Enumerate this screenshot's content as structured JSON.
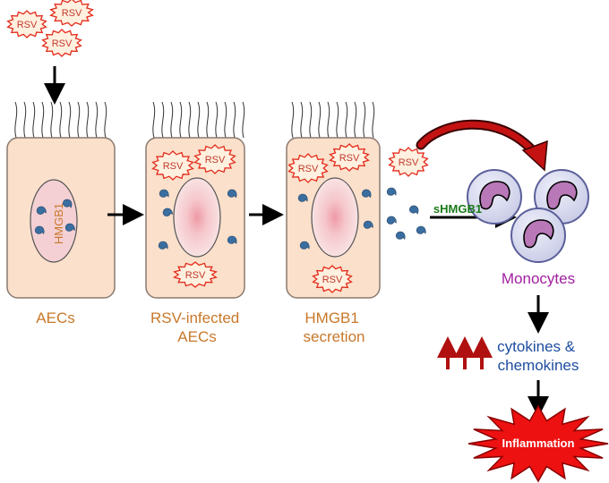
{
  "virus_label": "RSV",
  "nucleus_label": "HMGB1",
  "stages": [
    {
      "lines": [
        "AECs"
      ]
    },
    {
      "lines": [
        "RSV-infected",
        "AECs"
      ]
    },
    {
      "lines": [
        "HMGB1",
        "secretion"
      ]
    }
  ],
  "shmgb1_label": "sHMGB1",
  "monocytes_label": "Monocytes",
  "cytokines_lines": [
    "cytokines &",
    "chemokines"
  ],
  "inflammation_label": "Inflammation",
  "colors": {
    "cell_fill": "#fbe0cb",
    "cell_stroke": "#8a7a70",
    "nucleus_fill": "#f4d0d4",
    "virus_fill": "#fff0df",
    "virus_stroke": "#e32b1c",
    "protein": "#3a6ea0",
    "stage_text": "#c8782a",
    "monocyte_text": "#a020a0",
    "cytokine_text": "#1f4ea0",
    "shmgb1_text": "#1a7a1a",
    "up_arrow": "#b01010",
    "burst_fill": "#ee1111"
  }
}
